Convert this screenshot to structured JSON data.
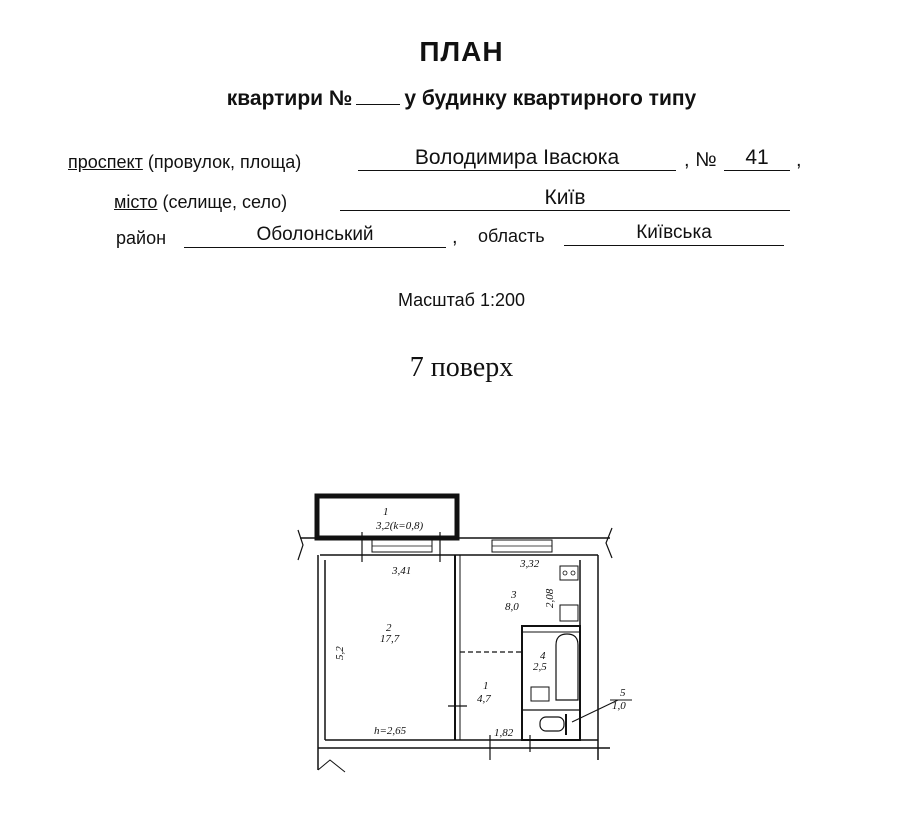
{
  "header": {
    "title": "ПЛАН",
    "subtitle_before": "квартири №",
    "subtitle_after": "у будинку квартирного типу"
  },
  "address": {
    "street_label": "проспект",
    "street_label_rest": "(провулок, площа)",
    "street_value": "Володимира Івасюка",
    "number_label": ", №",
    "number_value": "41",
    "number_trail": ",",
    "city_label": "місто",
    "city_label_rest": "(селище, село)",
    "city_value": "Київ",
    "district_label": "район",
    "district_value": "Оболонський",
    "district_trail": ",",
    "region_label": "область",
    "region_value": "Київська"
  },
  "scale": "Масштаб 1:200",
  "floor": "7 поверх",
  "plan": {
    "balcony_num": "1",
    "balcony_area": "3,2(k=0,8)",
    "room_width": "3,41",
    "room_num": "2",
    "room_area": "17,7",
    "room_length": "5,2",
    "ceiling_height": "h=2,65",
    "kitchen_width": "3,32",
    "kitchen_num": "3",
    "kitchen_area": "8,0",
    "kitchen_length": "2,08",
    "bath_num": "4",
    "bath_area": "2,5",
    "hall_num": "1",
    "hall_area": "4,7",
    "hall_width": "1,82",
    "wc_num": "5",
    "wc_area": "1,0"
  }
}
